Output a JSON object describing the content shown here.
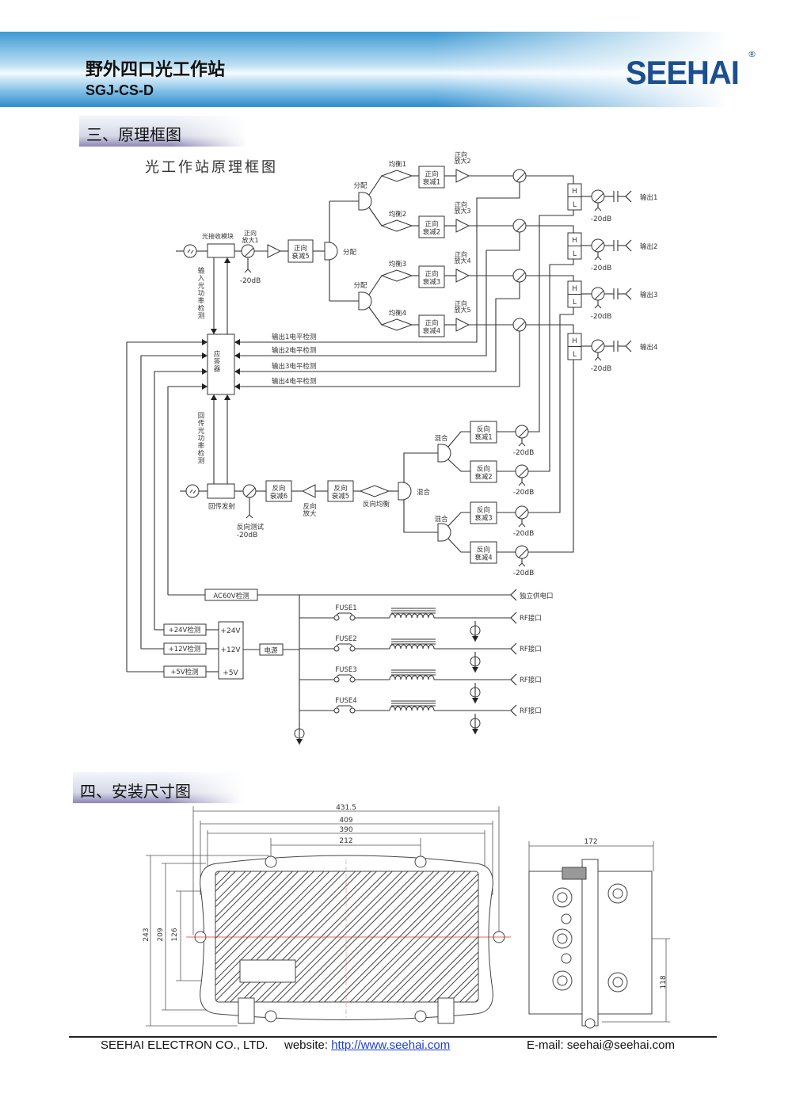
{
  "header": {
    "title": "野外四口光工作站",
    "model": "SGJ-CS-D",
    "logo": "SEEHAI",
    "registered": "®"
  },
  "section3": {
    "heading": "三、原理框图",
    "diagram_title": "光工作站原理框图"
  },
  "forward": {
    "rx_module": "光接收模块",
    "fwd_amp1": [
      "正向",
      "放大1"
    ],
    "tap_db": "-20dB",
    "fwd_att5": [
      "正向",
      "衰减5"
    ],
    "split": "分配",
    "eq": [
      "均衡1",
      "均衡2",
      "均衡3",
      "均衡4"
    ],
    "fwd_att": [
      [
        "正向",
        "衰减1"
      ],
      [
        "正向",
        "衰减2"
      ],
      [
        "正向",
        "衰减3"
      ],
      [
        "正向",
        "衰减4"
      ]
    ],
    "fwd_amp": [
      [
        "正向",
        "放大2"
      ],
      [
        "正向",
        "放大3"
      ],
      [
        "正向",
        "放大4"
      ],
      [
        "正向",
        "放大5"
      ]
    ],
    "diplex_h": "H",
    "diplex_l": "L",
    "outputs": [
      "输出1",
      "输出2",
      "输出3",
      "输出4"
    ]
  },
  "transponder": {
    "label": "应答器",
    "input_detect": "输入光功率检测",
    "return_detect": "回传光功率检测",
    "level_detect": [
      "输出1电平检测",
      "输出2电平检测",
      "输出3电平检测",
      "输出4电平检测"
    ]
  },
  "reverse": {
    "tx": "回传发射",
    "test": "反向测试",
    "test_db": "-20dB",
    "rev_att6": [
      "反向",
      "衰减6"
    ],
    "rev_amp": [
      "反向",
      "放大"
    ],
    "rev_att5": [
      "反向",
      "衰减5"
    ],
    "rev_eq": "反向均衡",
    "mix": "混合",
    "rev_att": [
      [
        "反向",
        "衰减1"
      ],
      [
        "反向",
        "衰减2"
      ],
      [
        "反向",
        "衰减3"
      ],
      [
        "反向",
        "衰减4"
      ]
    ],
    "tap_db": "-20dB"
  },
  "power": {
    "ac_detect": "AC60V检测",
    "ext_port": "独立供电口",
    "fuses": [
      "FUSE1",
      "FUSE2",
      "FUSE3",
      "FUSE4"
    ],
    "rf_port": "RF接口",
    "detects": [
      "+24V检测",
      "+12V检测",
      "+5V检测"
    ],
    "rails": [
      "+24V",
      "+12V",
      "+5V"
    ],
    "psu": "电源"
  },
  "section4": {
    "heading": "四、安装尺寸图",
    "dims": {
      "w_overall": "431.5",
      "w_409": "409",
      "w_390": "390",
      "w_212": "212",
      "h_243": "243",
      "h_209": "209",
      "h_126": "126",
      "depth": "172",
      "h_118": "118"
    }
  },
  "footer": {
    "company": "SEEHAI ELECTRON CO., LTD.",
    "website_label": "website:",
    "website_url": "http://www.seehai.com",
    "email": "E-mail: seehai@seehai.com"
  }
}
